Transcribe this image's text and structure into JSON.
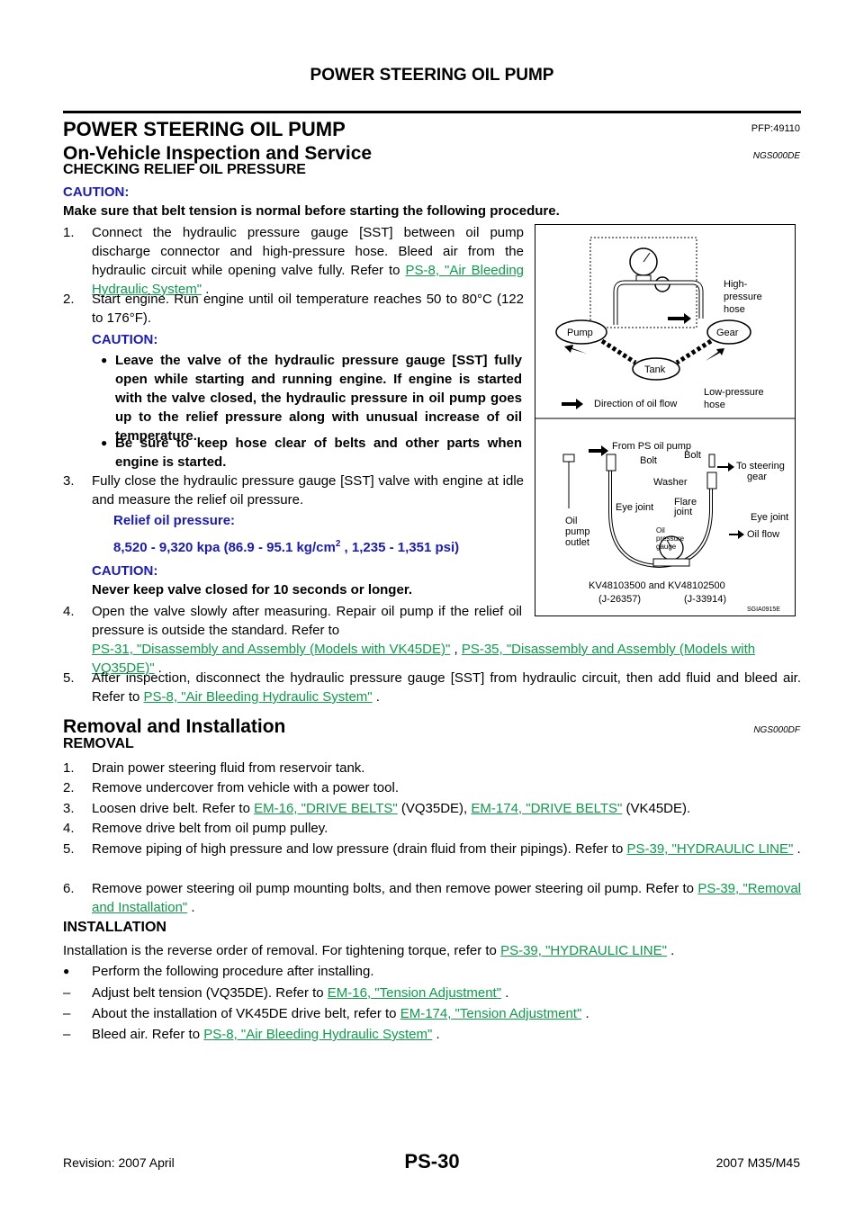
{
  "header": {
    "title": "POWER STEERING OIL PUMP"
  },
  "section": {
    "title": "POWER STEERING OIL PUMP",
    "pfp": "PFP:49110"
  },
  "inspection": {
    "title": "On-Vehicle Inspection and Service",
    "code": "NGS000DE",
    "subtitle": "CHECKING RELIEF OIL PRESSURE",
    "caution_label": "CAUTION:",
    "caution_text": "Make sure that belt tension is normal before starting the following procedure.",
    "steps": [
      {
        "n": "1.",
        "text": "Connect the hydraulic pressure gauge [SST] between oil pump discharge connector and high-pressure hose. Bleed air from the hydraulic circuit while opening valve fully. Refer to ",
        "link": "PS-8, \"Air Bleeding Hydraulic System\"",
        "after": " ."
      },
      {
        "n": "2.",
        "text": "Start engine. Run engine until oil temperature reaches 50 to 80°C (122 to 176°F)."
      },
      {
        "n": "3.",
        "text": "Fully close the hydraulic pressure gauge [SST] valve with engine at idle and measure the relief oil pressure."
      },
      {
        "n": "4.",
        "text": "Open the valve slowly after measuring. Repair oil pump if the relief oil pressure is outside the standard. Refer to ",
        "link": "PS-31, \"Disassembly and Assembly (Models with VK45DE)\"",
        "mid": " , ",
        "link2": "PS-35, \"Disassembly and Assembly (Models with VQ35DE)\"",
        "after": " ."
      },
      {
        "n": "5.",
        "text": "After inspection, disconnect the hydraulic pressure gauge [SST] from hydraulic circuit, then add fluid and bleed air. Refer to ",
        "link": "PS-8, \"Air Bleeding Hydraulic System\"",
        "after": " ."
      }
    ],
    "step2_caution_label": "CAUTION:",
    "step2_bullets": [
      "Leave the valve of the hydraulic pressure gauge [SST] fully open while starting and running engine. If engine is started with the valve closed, the hydraulic pressure in oil pump goes up to the relief pressure along with unusual increase of oil temperature.",
      "Be sure to keep hose clear of belts and other parts when engine is started."
    ],
    "relief_label": "Relief oil pressure:",
    "relief_value_a": "8,520 - 9,320 kpa (86.9 - 95.1 kg/cm",
    "relief_value_sup": "2",
    "relief_value_b": " , 1,235 - 1,351 psi)",
    "step3_caution_label": "CAUTION:",
    "step3_caution_text": "Never keep valve closed for 10 seconds or longer."
  },
  "figure": {
    "labels": {
      "pump": "Pump",
      "gear": "Gear",
      "tank": "Tank",
      "high1": "High-",
      "high2": "pressure",
      "high3": "hose",
      "low1": "Low-pressure",
      "low2": "hose",
      "direction": "Direction of oil flow",
      "from_ps": "From PS oil pump",
      "bolt_a": "Bolt",
      "bolt_b": "Bolt",
      "to_steer1": "To steering",
      "to_steer2": "gear",
      "washer": "Washer",
      "eye_a": "Eye joint",
      "eye_b": "Eye joint",
      "flare1": "Flare",
      "flare2": "joint",
      "oil1": "Oil",
      "oil2": "pump",
      "oil3": "outlet",
      "gauge1": "Oil",
      "gauge2": "pressure",
      "gauge3": "gauge",
      "oil_flow": "Oil flow",
      "kv": "KV48103500 and KV48102500",
      "j1": "(J-26357)",
      "j2": "(J-33914)",
      "fig_id": "SGIA0915E"
    }
  },
  "removal": {
    "title": "Removal and Installation",
    "code": "NGS000DF",
    "subtitle": "REMOVAL",
    "steps": [
      {
        "n": "1.",
        "text": "Drain power steering fluid from reservoir tank."
      },
      {
        "n": "2.",
        "text": "Remove undercover from vehicle with a power tool."
      },
      {
        "n": "3.",
        "text": "Loosen drive belt. Refer to ",
        "link": "EM-16, \"DRIVE BELTS\"",
        "mid": " (VQ35DE), ",
        "link2": "EM-174, \"DRIVE BELTS\"",
        "after": " (VK45DE)."
      },
      {
        "n": "4.",
        "text": "Remove drive belt from oil pump pulley."
      },
      {
        "n": "5.",
        "text": "Remove piping of high pressure and low pressure (drain fluid from their pipings). Refer to ",
        "link": "PS-39, \"HYDRAULIC LINE\"",
        "after": " ."
      },
      {
        "n": "6.",
        "text": "Remove power steering oil pump mounting bolts, and then remove power steering oil pump. Refer to ",
        "link": "PS-39, \"Removal and Installation\"",
        "after": " ."
      }
    ]
  },
  "installation": {
    "subtitle": "INSTALLATION",
    "text": "Installation is the reverse order of removal. For tightening torque, refer to ",
    "link": "PS-39, \"HYDRAULIC LINE\"",
    "after": " .",
    "bullet": "Perform the following procedure after installing.",
    "dashes": [
      {
        "text": "Adjust belt tension (VQ35DE). Refer to ",
        "link": "EM-16, \"Tension Adjustment\"",
        "after": " ."
      },
      {
        "text": "About the installation of VK45DE drive belt, refer to ",
        "link": "EM-174, \"Tension Adjustment\"",
        "after": " ."
      },
      {
        "text": "Bleed air. Refer to ",
        "link": "PS-8, \"Air Bleeding Hydraulic System\"",
        "after": " ."
      }
    ]
  },
  "footer": {
    "revision": "Revision: 2007 April",
    "page": "PS-30",
    "model": "2007 M35/M45"
  }
}
